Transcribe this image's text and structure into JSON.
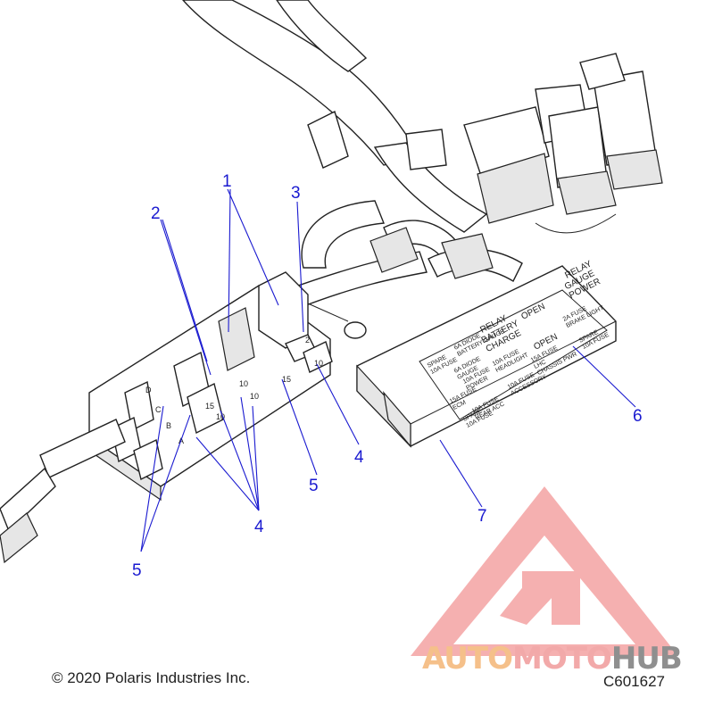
{
  "callouts": {
    "c1": "1",
    "c2": "2",
    "c3": "3",
    "c4a": "4",
    "c4b": "4",
    "c5a": "5",
    "c5b": "5",
    "c6": "6",
    "c7": "7"
  },
  "fuse_box_labels": {
    "relay_gauge": "RELAY",
    "gauge_power": "GAUGE",
    "power": "POWER",
    "relay_battery": "RELAY",
    "battery": "BATTERY",
    "charge": "CHARGE",
    "open_top": "OPEN",
    "open_mid": "OPEN",
    "fuse_2a": "2A FUSE",
    "brake_light": "BRAKE LIGHT",
    "spare_top": "SPARE",
    "spare_10a": "10A FUSE",
    "fuse_15a": "15A FUSE",
    "lhc": "LHC",
    "chassis_pwr": "CHASSIS PWR",
    "fuse_10a_headlight": "10A FUSE",
    "headlight": "HEADLIGHT",
    "fuse_10a_accessory": "10A FUSE",
    "accessory": "ACCESSORY",
    "fuse_10a_rear": "10A FUSE",
    "rear_acc": "REAR ACC",
    "fuse_10a_power": "10A FUSE",
    "power2": "POWER",
    "fuse_15a_ecm": "15A FUSE",
    "ecm": "ECM",
    "spare_mid": "SPARE",
    "fuse_10a_spare": "10A FUSE",
    "diode_a": "6A DIODE",
    "battery_gauge": "BATTERY GAUGE",
    "diode_b": "6A DIODE",
    "diode_gauge": "GAUGE",
    "spare_low": "SPARE",
    "fuse_10a_low": "10A FUSE"
  },
  "fuse_values": {
    "f1": "10",
    "f2": "15",
    "f3": "10",
    "f4": "10",
    "f5": "15",
    "f6": "2",
    "f7": "10"
  },
  "block_letters": {
    "d": "D",
    "c": "C",
    "b": "B",
    "a": "A"
  },
  "footer": {
    "copyright": "© 2020 Polaris Industries Inc.",
    "figure_code": "C601627"
  },
  "watermark": {
    "part1": "AUTO",
    "part2": "MOTO",
    "part3": "HUB",
    "color_triangle": "#f08080",
    "color_auto": "#f5c08a",
    "color_hub": "#8f8f8f"
  },
  "colors": {
    "callout": "#1a1ad0",
    "line": "#222222"
  }
}
